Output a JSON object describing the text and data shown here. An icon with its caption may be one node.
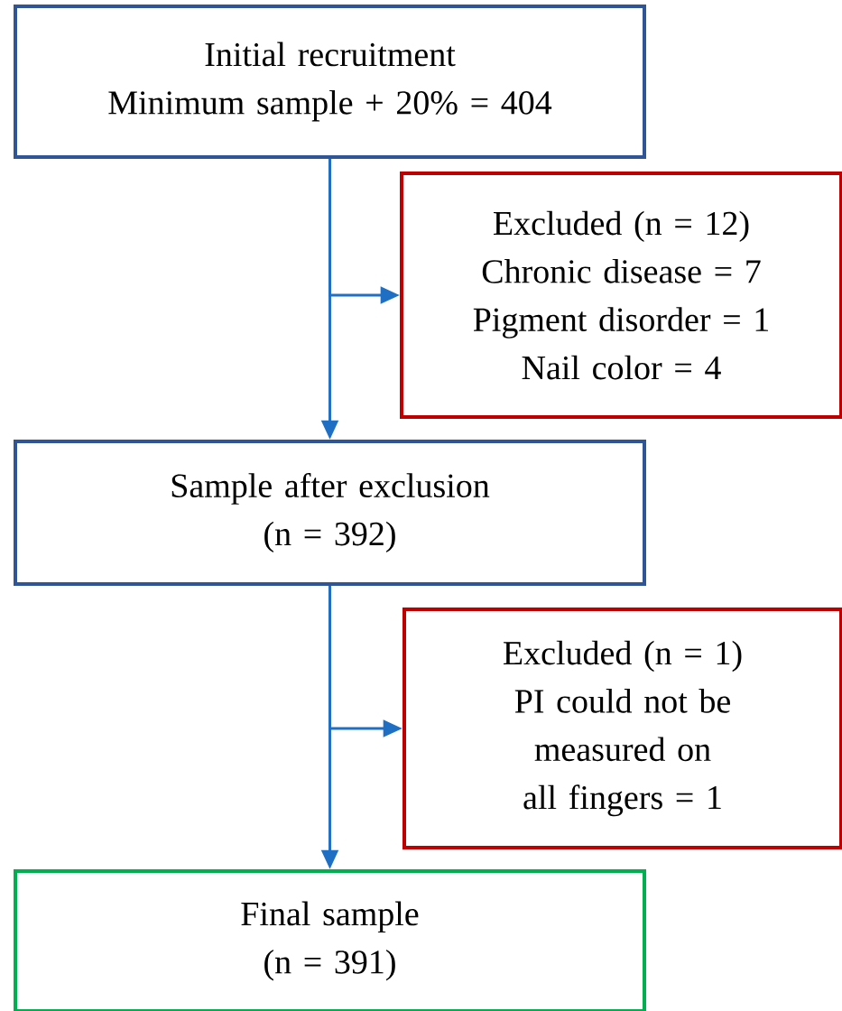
{
  "diagram": {
    "nodes": [
      {
        "text": [
          "Initial recruitment",
          "Minimum sample + 20% = 404"
        ]
      },
      {
        "text": [
          "Excluded (n = 12)",
          "Chronic disease = 7",
          "Pigment disorder = 1",
          "Nail color = 4"
        ]
      },
      {
        "text": [
          "Sample after exclusion",
          "(n = 392)"
        ]
      },
      {
        "text": [
          "Excluded (n = 1)",
          "PI could not be measured on all fingers = 1"
        ]
      },
      {
        "text": [
          "Final sample",
          "(n = 391)"
        ]
      }
    ],
    "edges": [
      {
        "from": 0,
        "to": 2,
        "arrow": "to"
      },
      {
        "from": 0,
        "to": 1,
        "arrow": "to"
      },
      {
        "from": 2,
        "to": 4,
        "arrow": "to"
      },
      {
        "from": 2,
        "to": 3,
        "arrow": "to"
      }
    ]
  }
}
